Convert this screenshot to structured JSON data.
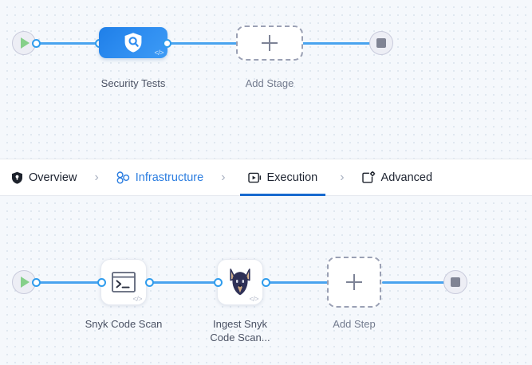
{
  "theme": {
    "canvas_bg": "#f5f8fc",
    "grid_dot": "#d9e2ec",
    "edge_blue": "#49a3ef",
    "port_blue": "#2f9ced",
    "stage_blue": "#2d8cf0",
    "accent_blue": "#2b7de0",
    "active_underline": "#1769cf",
    "start_green": "#86d08a",
    "stop_gray": "#808494",
    "dashed_gray": "#9aa0b4",
    "label_dark": "#4a5163",
    "label_muted": "#737b8e",
    "snyk_navy": "#2f3157",
    "snyk_tan": "#c9a480"
  },
  "stage_pipeline": {
    "start_node": {
      "name": "Start",
      "icon": "play-icon"
    },
    "end_node": {
      "name": "End",
      "icon": "stop-icon"
    },
    "stages": [
      {
        "label": "Security Tests",
        "icon": "shield-search-icon",
        "badge": "</>",
        "type": "stage",
        "selected": true
      },
      {
        "label": "Add Stage",
        "icon": "plus-icon",
        "type": "add-stage"
      }
    ]
  },
  "tabs": {
    "items": [
      {
        "label": "Overview",
        "icon": "shield-icon",
        "active": false,
        "accent": false
      },
      {
        "label": "Infrastructure",
        "icon": "infrastructure-nodes-icon",
        "active": false,
        "accent": true
      },
      {
        "label": "Execution",
        "icon": "execution-play-box-icon",
        "active": true,
        "accent": false
      },
      {
        "label": "Advanced",
        "icon": "advanced-settings-icon",
        "active": false,
        "accent": false
      }
    ],
    "separator": "›"
  },
  "step_pipeline": {
    "start_node": {
      "name": "Start",
      "icon": "play-icon"
    },
    "end_node": {
      "name": "End",
      "icon": "stop-icon"
    },
    "steps": [
      {
        "label": "Snyk Code Scan",
        "icon": "terminal-icon",
        "badge": "</>",
        "type": "step"
      },
      {
        "label": "Ingest Snyk\nCode Scan...",
        "icon": "snyk-dog-icon",
        "badge": "</>",
        "type": "step"
      },
      {
        "label": "Add Step",
        "icon": "plus-icon",
        "type": "add-step"
      }
    ]
  }
}
